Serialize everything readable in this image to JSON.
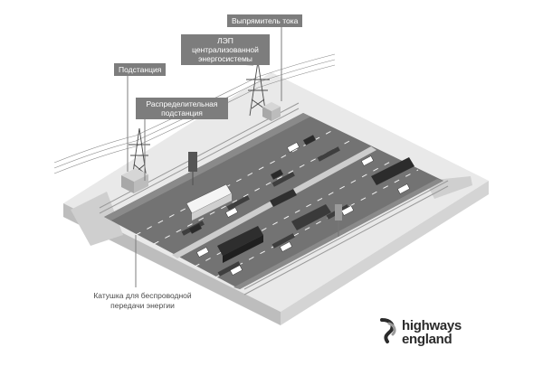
{
  "labels": {
    "rectifier": "Выпрямитель тока",
    "power_line": "ЛЭП централизованной энергосистемы",
    "substation": "Подстанция",
    "distribution_substation": "Распределительная подстанция",
    "wireless_coil": "Катушка для беспроводной передачи энергии"
  },
  "logo": {
    "line1": "highways",
    "line2": "england"
  },
  "colors": {
    "callout_bg": "#7d7d7d",
    "road": "#6e6e6e",
    "ground": "#e6e6e6",
    "logo_dark": "#2b2b2b",
    "logo_light": "#9a9a9a"
  }
}
